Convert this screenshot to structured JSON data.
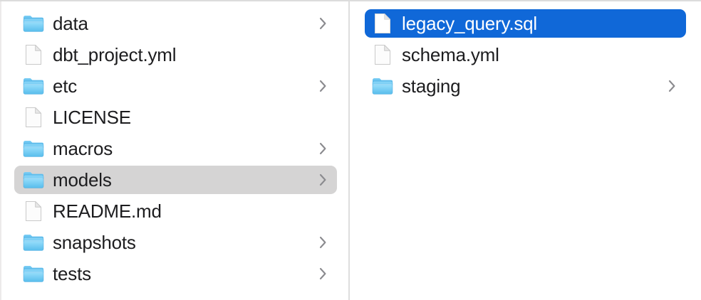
{
  "view": {
    "kind": "finder-column-view",
    "colors": {
      "selection_active": "#1068d8",
      "selection_inactive": "#d5d4d4",
      "folder_blue": "#5ec2f0",
      "text": "#1d1d1f",
      "text_selected": "#ffffff",
      "divider": "#dedede",
      "background": "#ffffff",
      "chevron": "#8a8a8e"
    }
  },
  "columns": [
    {
      "name": "parent-column",
      "items": [
        {
          "label": "data",
          "icon": "folder-icon",
          "has_chevron": true,
          "state": "normal"
        },
        {
          "label": "dbt_project.yml",
          "icon": "document-icon",
          "has_chevron": false,
          "state": "normal"
        },
        {
          "label": "etc",
          "icon": "folder-icon",
          "has_chevron": true,
          "state": "normal"
        },
        {
          "label": "LICENSE",
          "icon": "document-icon",
          "has_chevron": false,
          "state": "normal"
        },
        {
          "label": "macros",
          "icon": "folder-icon",
          "has_chevron": true,
          "state": "normal"
        },
        {
          "label": "models",
          "icon": "folder-icon",
          "has_chevron": true,
          "state": "selected-inactive"
        },
        {
          "label": "README.md",
          "icon": "document-icon",
          "has_chevron": false,
          "state": "normal"
        },
        {
          "label": "snapshots",
          "icon": "folder-icon",
          "has_chevron": true,
          "state": "normal"
        },
        {
          "label": "tests",
          "icon": "folder-icon",
          "has_chevron": true,
          "state": "normal"
        }
      ]
    },
    {
      "name": "child-column",
      "items": [
        {
          "label": "legacy_query.sql",
          "icon": "document-icon",
          "has_chevron": false,
          "state": "selected-active"
        },
        {
          "label": "schema.yml",
          "icon": "document-icon",
          "has_chevron": false,
          "state": "normal"
        },
        {
          "label": "staging",
          "icon": "folder-icon",
          "has_chevron": true,
          "state": "normal"
        }
      ]
    }
  ]
}
